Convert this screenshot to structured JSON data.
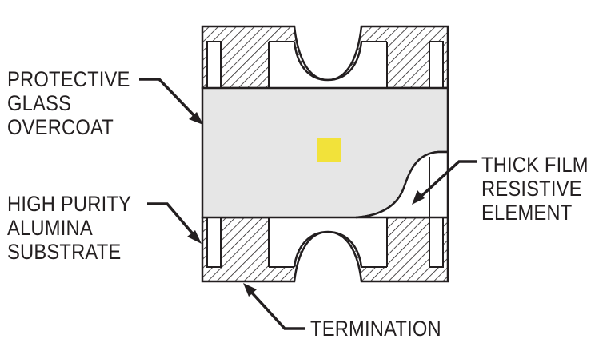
{
  "labels": {
    "protective_glass_overcoat": [
      "PROTECTIVE",
      "GLASS",
      "OVERCOAT"
    ],
    "high_purity_alumina_substrate": [
      "HIGH PURITY",
      "ALUMINA",
      "SUBSTRATE"
    ],
    "thick_film_resistive_element": [
      "THICK FILM",
      "RESISTIVE",
      "ELEMENT"
    ],
    "termination": "TERMINATION"
  },
  "colors": {
    "outline": "#231f20",
    "glass_fill": "#e6e6e6",
    "marker": "#f2e23a",
    "white": "#ffffff"
  }
}
